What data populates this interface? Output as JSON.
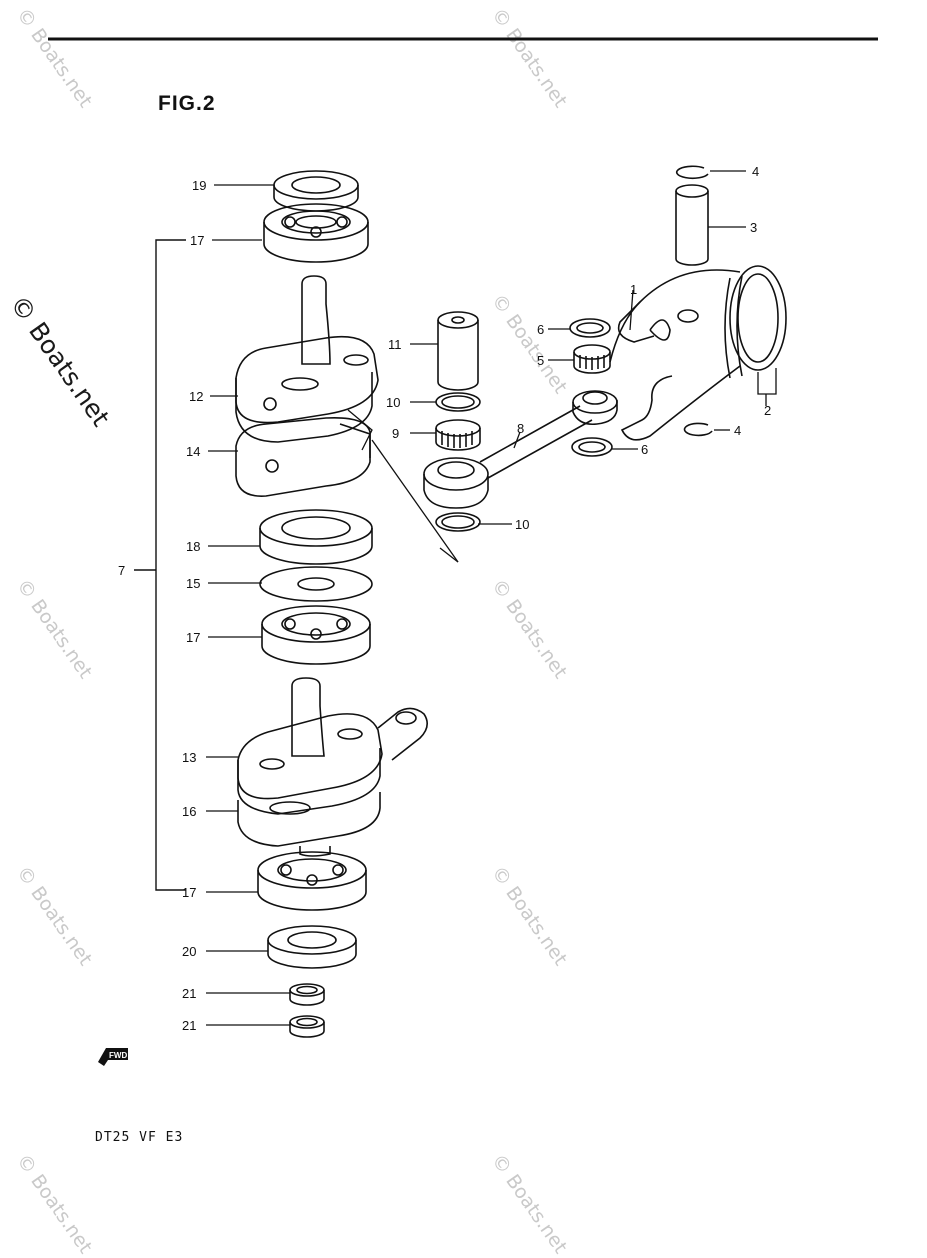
{
  "figure": {
    "title": "FIG.2",
    "model_code": "DT25  VF  E3",
    "fwd_label": "FWD"
  },
  "watermark": {
    "text": "© Boats.net"
  },
  "callouts": [
    {
      "id": "19",
      "label": "19"
    },
    {
      "id": "17a",
      "label": "17"
    },
    {
      "id": "12",
      "label": "12"
    },
    {
      "id": "14",
      "label": "14"
    },
    {
      "id": "18",
      "label": "18"
    },
    {
      "id": "15",
      "label": "15"
    },
    {
      "id": "17b",
      "label": "17"
    },
    {
      "id": "7",
      "label": "7"
    },
    {
      "id": "13",
      "label": "13"
    },
    {
      "id": "16",
      "label": "16"
    },
    {
      "id": "17c",
      "label": "17"
    },
    {
      "id": "20",
      "label": "20"
    },
    {
      "id": "21a",
      "label": "21"
    },
    {
      "id": "21b",
      "label": "21"
    },
    {
      "id": "11",
      "label": "11"
    },
    {
      "id": "10a",
      "label": "10"
    },
    {
      "id": "9",
      "label": "9"
    },
    {
      "id": "10b",
      "label": "10"
    },
    {
      "id": "8",
      "label": "8"
    },
    {
      "id": "6a",
      "label": "6"
    },
    {
      "id": "5",
      "label": "5"
    },
    {
      "id": "6b",
      "label": "6"
    },
    {
      "id": "1",
      "label": "1"
    },
    {
      "id": "2",
      "label": "2"
    },
    {
      "id": "4a",
      "label": "4"
    },
    {
      "id": "3",
      "label": "3"
    },
    {
      "id": "4b",
      "label": "4"
    }
  ]
}
